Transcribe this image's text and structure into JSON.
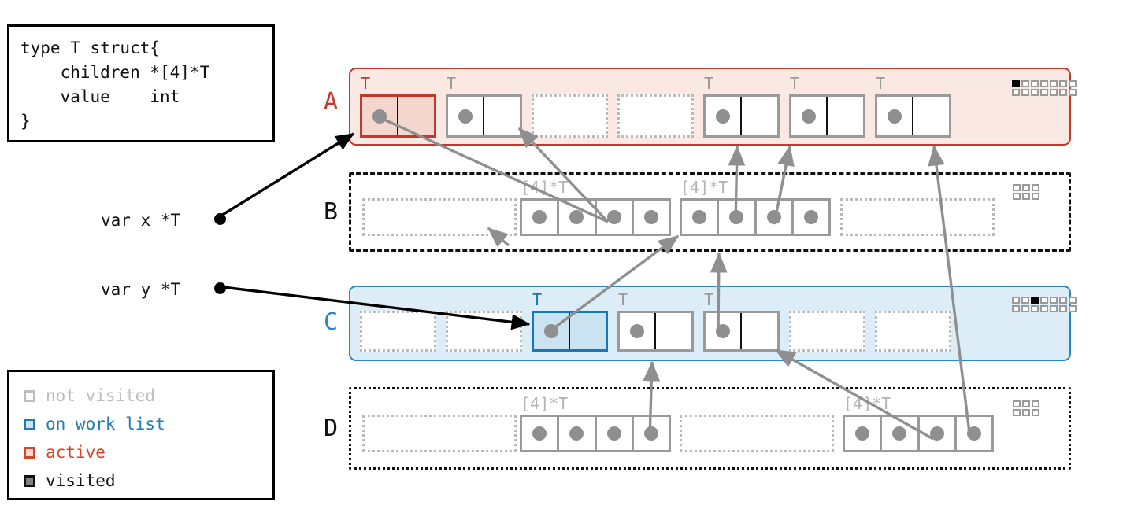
{
  "code_box": {
    "text": "type T struct{\n    children *[4]*T\n    value    int\n}"
  },
  "legend": {
    "items": [
      {
        "label": "not visited",
        "border": "#bdbdbd",
        "fill": "#ffffff",
        "text": "#bdbdbd"
      },
      {
        "label": "on work list",
        "border": "#1f7bb6",
        "fill": "#cfe4f2",
        "text": "#1f7bb6"
      },
      {
        "label": "active",
        "border": "#d2472a",
        "fill": "#f6d9d1",
        "text": "#d2472a"
      },
      {
        "label": "visited",
        "border": "#111111",
        "fill": "#808080",
        "text": "#111111"
      }
    ]
  },
  "variables": [
    {
      "name": "var x *T",
      "points_to": "row A object 1"
    },
    {
      "name": "var y *T",
      "points_to": "row C object 3"
    }
  ],
  "rows": [
    {
      "id": "A",
      "label": "A",
      "label_color": "#c0392b",
      "kind": "object-row",
      "border_style": "solid",
      "border_color": "#c0392b",
      "fill": "#fae8e3",
      "slots": [
        {
          "type": "T",
          "tag": "T",
          "state": "active",
          "dot": true
        },
        {
          "type": "T",
          "tag": "T",
          "state": "not-visited",
          "dot": true
        },
        {
          "type": "empty"
        },
        {
          "type": "empty"
        },
        {
          "type": "T",
          "tag": "T",
          "state": "not-visited",
          "dot": true
        },
        {
          "type": "T",
          "tag": "T",
          "state": "not-visited",
          "dot": true
        },
        {
          "type": "T",
          "tag": "T",
          "state": "not-visited",
          "dot": true
        }
      ],
      "bitmap": {
        "cols": 7,
        "rows": 2,
        "on": [
          [
            0,
            0
          ]
        ]
      }
    },
    {
      "id": "B",
      "label": "B",
      "label_color": "#111111",
      "kind": "array-row",
      "border_style": "dashed",
      "border_color": "#111111",
      "fill": "#ffffff",
      "slots": [
        {
          "type": "empty-wide"
        },
        {
          "type": "array",
          "tag": "[4]*T",
          "cells": 4,
          "dots": [
            true,
            true,
            true,
            true
          ]
        },
        {
          "type": "array",
          "tag": "[4]*T",
          "cells": 4,
          "dots": [
            true,
            true,
            true,
            true
          ]
        },
        {
          "type": "empty-wide"
        }
      ],
      "bitmap": {
        "cols": 3,
        "rows": 2,
        "on": []
      }
    },
    {
      "id": "C",
      "label": "C",
      "label_color": "#2b87c4",
      "kind": "object-row",
      "border_style": "solid",
      "border_color": "#2b87c4",
      "fill": "#ddedf7",
      "slots": [
        {
          "type": "empty"
        },
        {
          "type": "empty"
        },
        {
          "type": "T",
          "tag": "T",
          "state": "on-work-list",
          "dot": true
        },
        {
          "type": "T",
          "tag": "T",
          "state": "not-visited",
          "dot": true
        },
        {
          "type": "T",
          "tag": "T",
          "state": "not-visited",
          "dot": true
        },
        {
          "type": "empty"
        },
        {
          "type": "empty"
        }
      ],
      "bitmap": {
        "cols": 7,
        "rows": 2,
        "on": [
          [
            2,
            0
          ]
        ]
      }
    },
    {
      "id": "D",
      "label": "D",
      "label_color": "#111111",
      "kind": "array-row",
      "border_style": "dotted",
      "border_color": "#111111",
      "fill": "#ffffff",
      "slots": [
        {
          "type": "empty-wide"
        },
        {
          "type": "array",
          "tag": "[4]*T",
          "cells": 4,
          "dots": [
            true,
            true,
            true,
            true
          ]
        },
        {
          "type": "empty-wide"
        },
        {
          "type": "array",
          "tag": "[4]*T",
          "cells": 4,
          "dots": [
            true,
            true,
            true,
            true
          ]
        }
      ],
      "bitmap": {
        "cols": 3,
        "rows": 2,
        "on": []
      }
    }
  ],
  "colors": {
    "active": "#c0392b",
    "on_work_list": "#1479b8",
    "not_visited": "#9a9a9a",
    "visited": "#000000",
    "pointer_arrow": "#8f8f8f",
    "root_arrow": "#000000"
  }
}
